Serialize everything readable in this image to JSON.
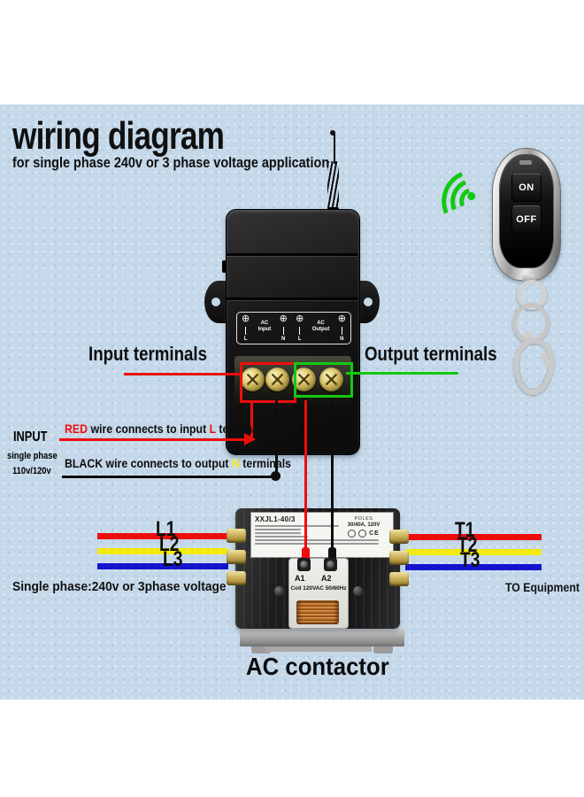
{
  "colors": {
    "background": "#c4d8e9",
    "wire_red": "#ee0d0d",
    "wire_yellow": "#f2ea10",
    "wire_blue": "#1414cf",
    "signal_green": "#12c912",
    "highlight_yellow": "#f0ec2a"
  },
  "header": {
    "title": "wiring diagram",
    "subtitle": "for single phase 240v or 3 phase voltage application"
  },
  "remote": {
    "on_button": "ON",
    "off_button": "OFF"
  },
  "receiver": {
    "input": {
      "name_line1": "AC",
      "name_line2": "Input",
      "left_terminal": "L",
      "right_terminal": "N",
      "screw_symbol": "⊕"
    },
    "output": {
      "name_line1": "AC",
      "name_line2": "Output",
      "left_terminal": "L",
      "right_terminal": "N",
      "screw_symbol": "⊕"
    }
  },
  "callouts": {
    "input_terminals": "Input terminals",
    "output_terminals": "Output terminals",
    "red_sentence": {
      "word": "RED",
      "mid": " wire connects to input ",
      "key": "L",
      "end": " terminals"
    },
    "black_sentence": {
      "word": "BLACK",
      "mid": " wire connects to output ",
      "key": "N",
      "end": " terminals"
    },
    "input_label": "INPUT",
    "input_phase": "single phase",
    "input_voltage": "110v/120v"
  },
  "supply_lines": [
    {
      "label": "L1",
      "color": "#ee0d0d"
    },
    {
      "label": "L2",
      "color": "#f2ea10"
    },
    {
      "label": "L3",
      "color": "#1414cf"
    }
  ],
  "load_lines": [
    {
      "label": "T1",
      "color": "#ee0d0d"
    },
    {
      "label": "T2",
      "color": "#f2ea10"
    },
    {
      "label": "T3",
      "color": "#1414cf"
    }
  ],
  "contactor": {
    "model": "XXJL1-40/3",
    "poles_label": "POLES",
    "rating": "30/40A, 120V",
    "ce_mark": "CE",
    "a1": "A1",
    "a2": "A2",
    "coil_spec": "Coil 120VAC 50/60Hz",
    "caption": "AC contactor"
  },
  "footer": {
    "phase_note": "Single phase:240v or 3phase voltage",
    "to_equipment": "TO Equipment"
  }
}
